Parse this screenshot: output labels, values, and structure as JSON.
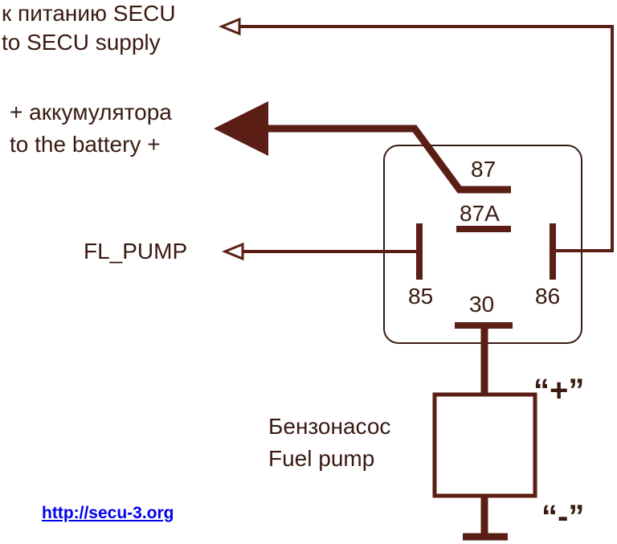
{
  "labels": {
    "secu_supply_ru": "к питанию SECU",
    "secu_supply_en": "to SECU supply",
    "battery_ru": "+ аккумулятора",
    "battery_en": "to the battery +",
    "fl_pump": "FL_PUMP",
    "pump_ru": "Бензонасос",
    "pump_en": "Fuel pump"
  },
  "pins": {
    "p87": "87",
    "p87a": "87A",
    "p85": "85",
    "p86": "86",
    "p30": "30"
  },
  "polarity": {
    "plus": "“+”",
    "minus": "“-”"
  },
  "link": {
    "url": "http://secu-3.org"
  },
  "colors": {
    "line": "#5a1e14",
    "text": "#3a1a12",
    "link": "#0000ee"
  }
}
